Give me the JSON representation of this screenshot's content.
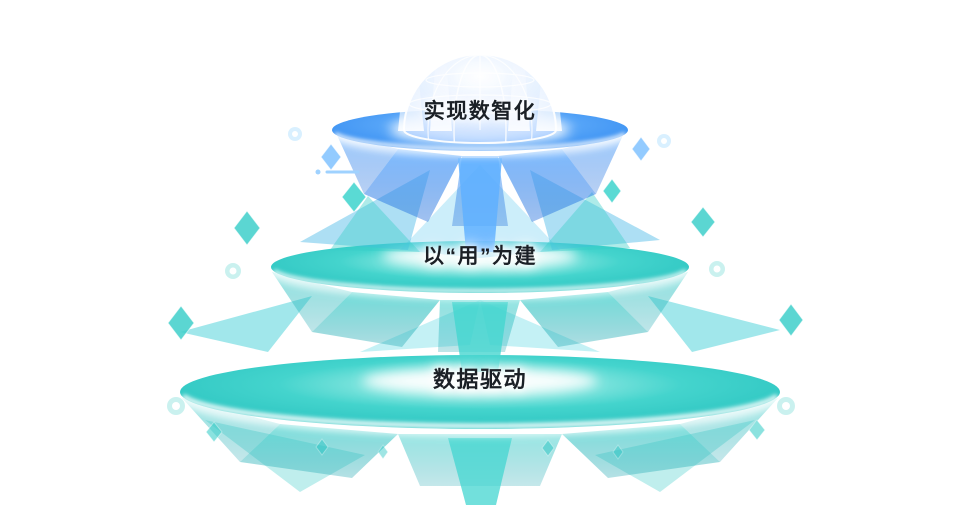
{
  "palette": {
    "top_tier_blue": "#2f8df1",
    "middle_tier_teal": "#2cc9c6",
    "bottom_tier_teal": "#27c3c0",
    "dome_blue": "#bcd9ff",
    "glow_white": "#ffffff",
    "label_text": "#1b2026"
  },
  "diagram": {
    "type": "three-layer-platform-pyramid",
    "tiers": [
      {
        "id": "top",
        "label": "实现数智化"
      },
      {
        "id": "middle",
        "label": "以“用”为建"
      },
      {
        "id": "bottom",
        "label": "数据驱动"
      }
    ]
  }
}
